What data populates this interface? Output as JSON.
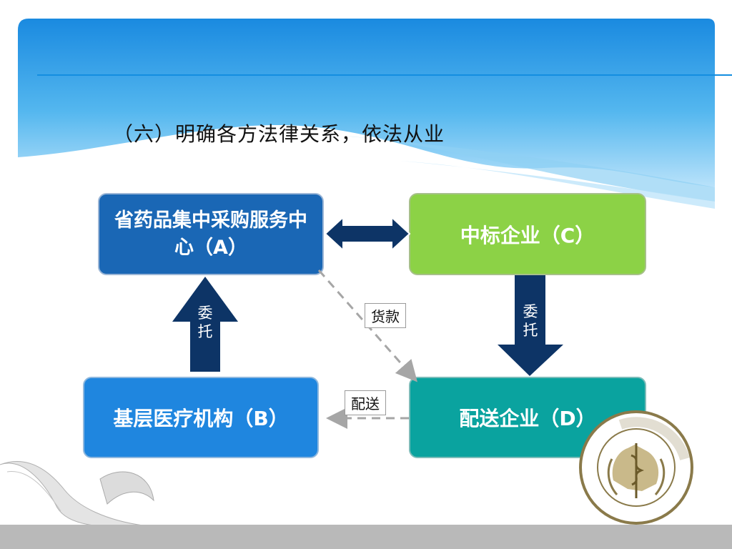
{
  "slide": {
    "title": "（六）明确各方法律关系，依法从业"
  },
  "nodes": {
    "a": "省药品集中采购服务中心（A）",
    "b": "基层医疗机构（B）",
    "c": "中标企业（C）",
    "d": "配送企业（D）"
  },
  "arrows": {
    "b_to_a_label": "委托",
    "c_to_d_label": "委托"
  },
  "edges": {
    "payment_label": "货款",
    "delivery_label": "配送"
  },
  "colors": {
    "node_a": "#1a67b5",
    "node_b": "#1f86df",
    "node_c": "#8cd246",
    "node_d": "#0aa39f",
    "arrow_navy": "#0d3466",
    "dashed_line": "#a6a6a6",
    "header_blue": "#1c8fe0"
  }
}
